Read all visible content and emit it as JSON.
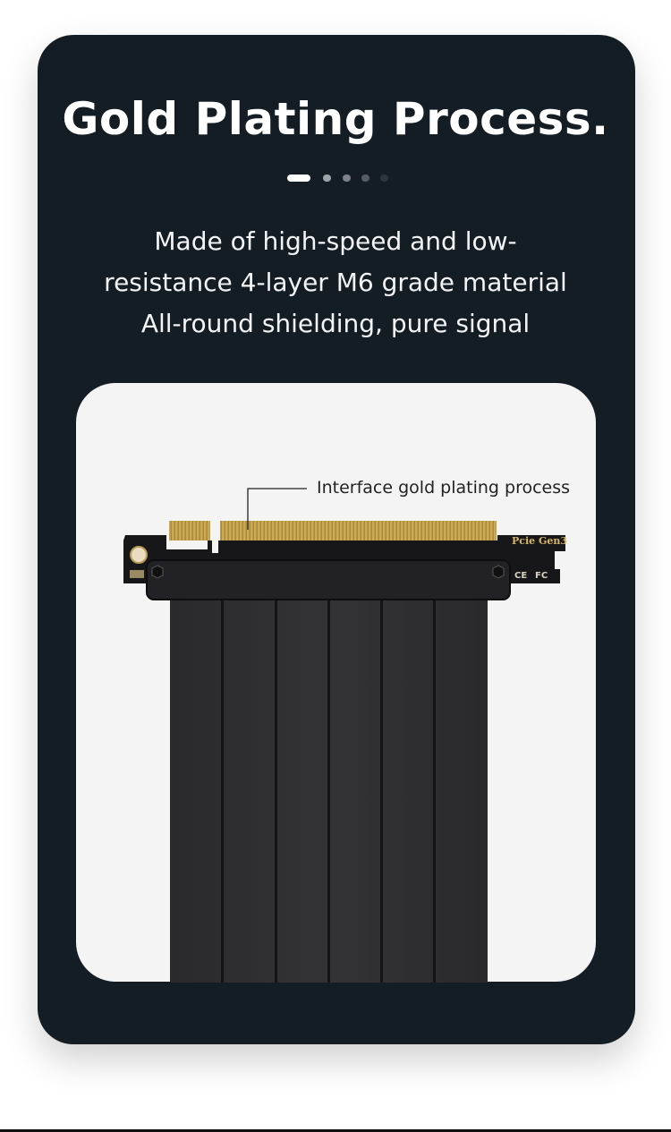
{
  "title": "Gold Plating Process.",
  "carousel": {
    "count": 5,
    "active_index": 0
  },
  "description": [
    "Made of high-speed and low-",
    "resistance 4-layer M6 grade material",
    "All-round shielding, pure signal"
  ],
  "callout": "Interface gold plating process",
  "product": {
    "board_label": "Pcie Gen3",
    "cert_marks": [
      "CE",
      "FC"
    ]
  },
  "colors": {
    "card_bg": "#141d24",
    "panel_bg": "#f4f4f4",
    "gold": "#c9a64f",
    "cable": "#2b2b2f"
  }
}
